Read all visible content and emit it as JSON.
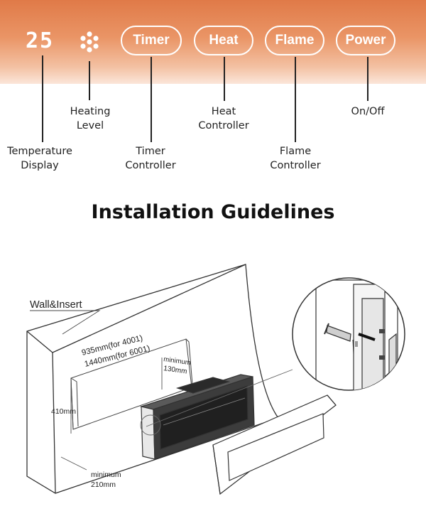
{
  "control_panel": {
    "temperature_value": "25",
    "buttons": {
      "timer": "Timer",
      "heat": "Heat",
      "flame": "Flame",
      "power": "Power"
    },
    "labels": {
      "heating_level": "Heating\nLevel",
      "temperature_display": "Temperature\nDisplay",
      "timer_controller": "Timer\nController",
      "heat_controller": "Heat\nController",
      "flame_controller": "Flame\nController",
      "on_off": "On/Off"
    },
    "colors": {
      "top": "#e07a48",
      "bottom": "#fbe6da",
      "button_outline": "#ffffff"
    }
  },
  "section_title": "Installation Guidelines",
  "diagram": {
    "wall_label": "Wall&Insert",
    "width_line_1": "935mm(for 4001)",
    "width_line_2": "1440mm(for 6001)",
    "min_top_1": "minimum",
    "min_top_2": "130mm",
    "height_label": "410mm",
    "min_bottom_1": "minimum",
    "min_bottom_2": "210mm"
  }
}
